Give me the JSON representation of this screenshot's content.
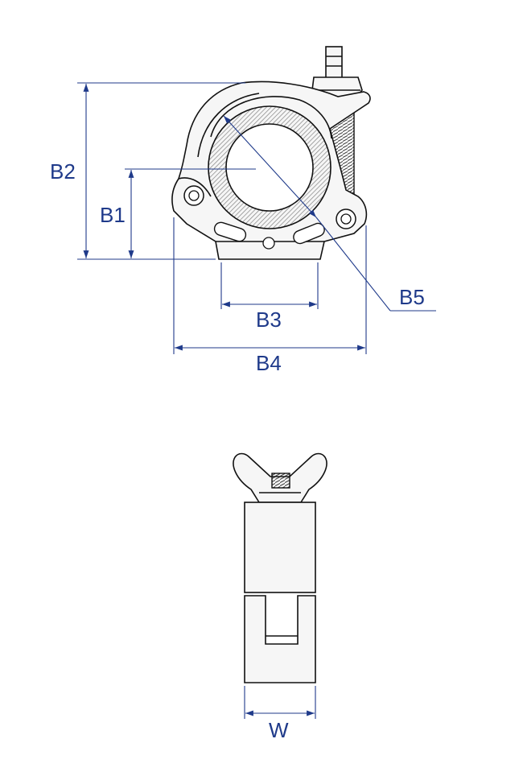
{
  "colors": {
    "dimension": "#1f3a8a",
    "outline": "#111111",
    "hatch": "#888888"
  },
  "labels": {
    "b1": "B1",
    "b2": "B2",
    "b3": "B3",
    "b4": "B4",
    "b5": "B5",
    "w": "W"
  }
}
